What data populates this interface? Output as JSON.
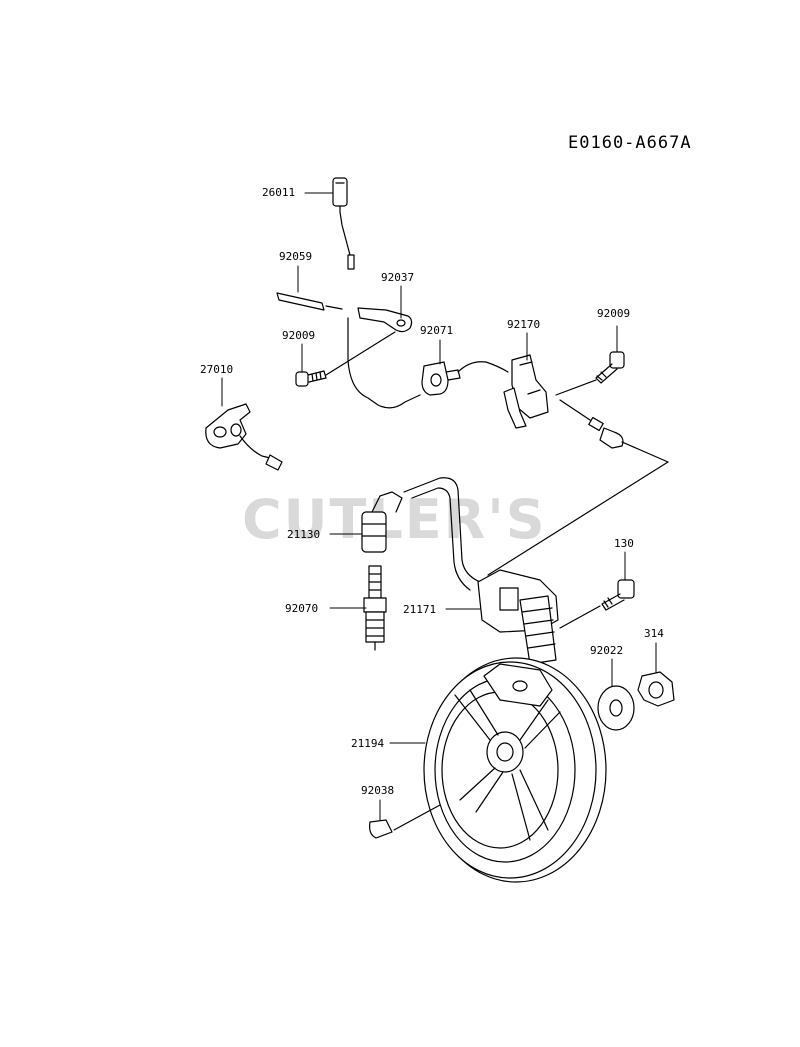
{
  "diagram_code": "E0160-A667A",
  "watermark_text": "CUTLER'S",
  "parts": {
    "p26011": "26011",
    "p92059": "92059",
    "p92037": "92037",
    "p92009_top": "92009",
    "p92071": "92071",
    "p92170": "92170",
    "p92009_right": "92009",
    "p27010": "27010",
    "p21130": "21130",
    "p130": "130",
    "p92070": "92070",
    "p21171": "21171",
    "p92022": "92022",
    "p314": "314",
    "p21194": "21194",
    "p92038": "92038"
  }
}
